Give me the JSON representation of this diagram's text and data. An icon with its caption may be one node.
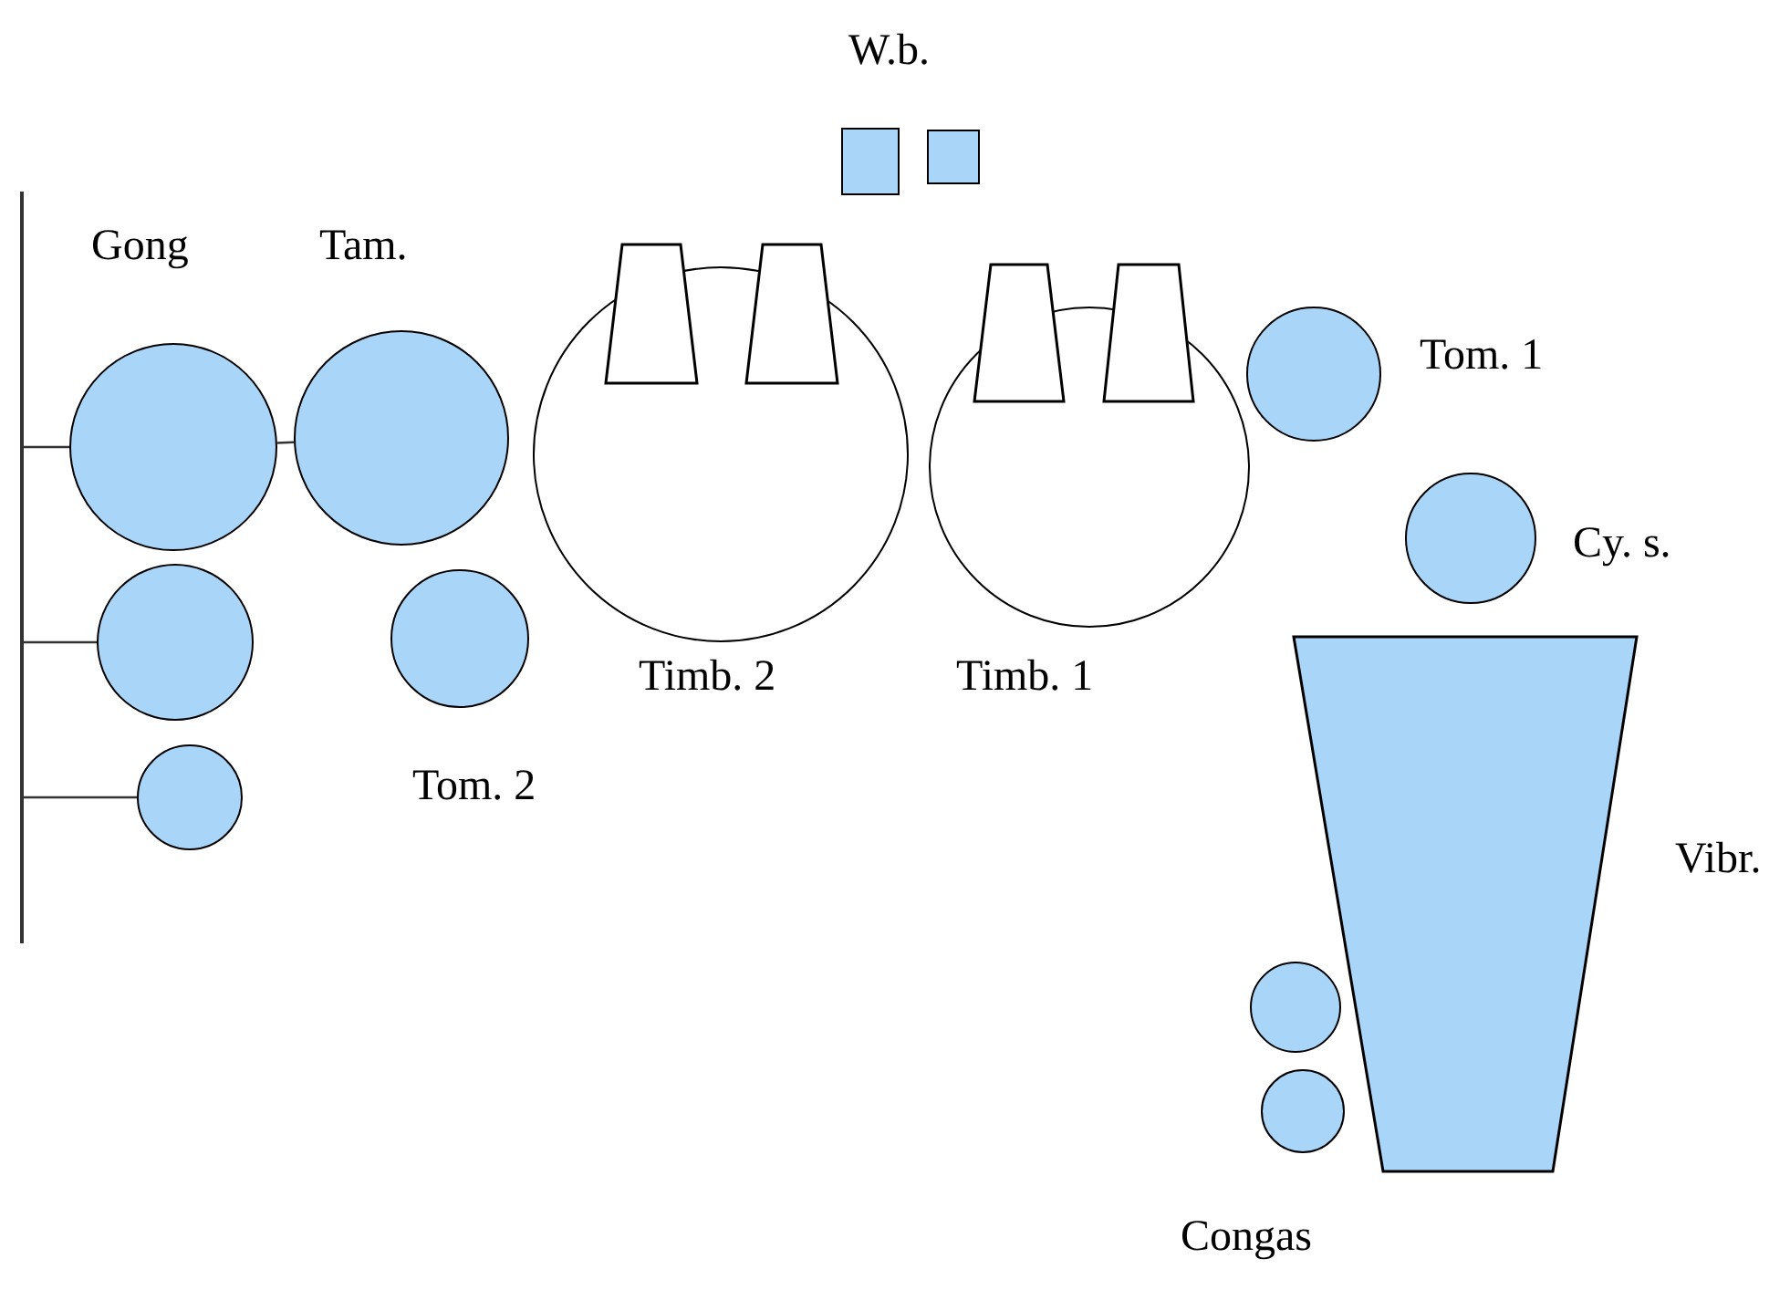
{
  "diagram": {
    "nodes": [
      {
        "text": [],
        "shape": "bar"
      },
      {
        "text": [],
        "shape": "circle",
        "beside": [
          "Gong"
        ]
      },
      {
        "text": [],
        "shape": "circle",
        "beside": [
          "Tam."
        ]
      },
      {
        "text": [],
        "shape": "box"
      },
      {
        "text": [],
        "shape": "box"
      },
      {
        "text": [],
        "shape": "circle",
        "beside": [
          "Timb. 2"
        ]
      },
      {
        "text": [],
        "shape": "trapezoid"
      },
      {
        "text": [],
        "shape": "trapezoid"
      },
      {
        "text": [],
        "shape": "circle",
        "beside": [
          "Timb. 1"
        ]
      },
      {
        "text": [],
        "shape": "trapezoid"
      },
      {
        "text": [],
        "shape": "trapezoid"
      },
      {
        "text": [],
        "shape": "circle",
        "beside": [
          "Tom. 1"
        ]
      },
      {
        "text": [],
        "shape": "circle",
        "beside": [
          "Cy. s."
        ]
      },
      {
        "text": [],
        "shape": "circle"
      },
      {
        "text": [],
        "shape": "circle",
        "beside": [
          "Tom. 2"
        ]
      },
      {
        "text": [],
        "shape": "circle"
      },
      {
        "text": [],
        "shape": "trapezoid",
        "beside": [
          "Vibr."
        ]
      },
      {
        "text": [],
        "shape": "circle"
      },
      {
        "text": [],
        "shape": "circle"
      }
    ],
    "edges": [
      {
        "from": 0,
        "to": 1,
        "arrow": "none"
      },
      {
        "from": 1,
        "to": 2,
        "arrow": "none"
      },
      {
        "from": 0,
        "to": 13,
        "arrow": "none"
      },
      {
        "from": 0,
        "to": 15,
        "arrow": "none"
      }
    ],
    "labels": [
      "W.b.",
      "Congas"
    ]
  }
}
